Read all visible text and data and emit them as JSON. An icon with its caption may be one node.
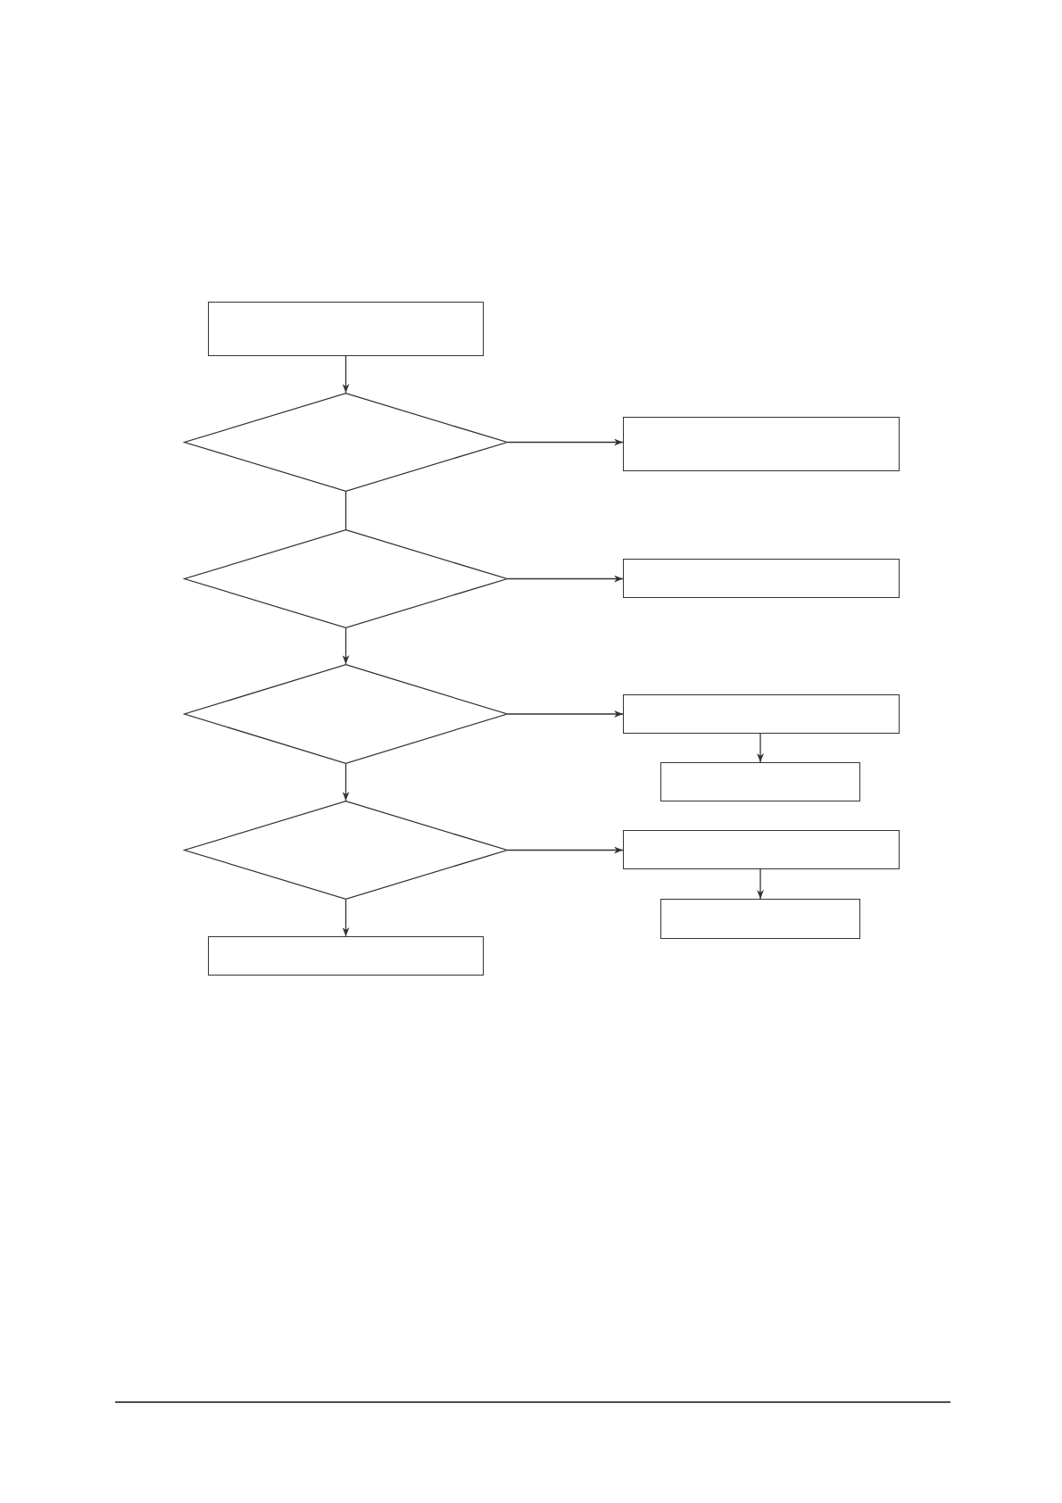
{
  "diagram": {
    "nodes": [
      {
        "text": [],
        "shape": "box"
      },
      {
        "text": [],
        "shape": "diamond"
      },
      {
        "text": [],
        "shape": "box"
      },
      {
        "text": [],
        "shape": "diamond"
      },
      {
        "text": [],
        "shape": "box"
      },
      {
        "text": [],
        "shape": "diamond"
      },
      {
        "text": [],
        "shape": "box"
      },
      {
        "text": [],
        "shape": "box"
      },
      {
        "text": [],
        "shape": "diamond"
      },
      {
        "text": [],
        "shape": "box"
      },
      {
        "text": [],
        "shape": "box"
      },
      {
        "text": [],
        "shape": "box"
      }
    ],
    "edges": [
      {
        "from": 0,
        "to": 1,
        "arrow": "to"
      },
      {
        "from": 1,
        "to": 2,
        "arrow": "to"
      },
      {
        "from": 1,
        "to": 3,
        "arrow": "none"
      },
      {
        "from": 3,
        "to": 4,
        "arrow": "to"
      },
      {
        "from": 3,
        "to": 5,
        "arrow": "to"
      },
      {
        "from": 5,
        "to": 6,
        "arrow": "to"
      },
      {
        "from": 6,
        "to": 7,
        "arrow": "to"
      },
      {
        "from": 5,
        "to": 8,
        "arrow": "to"
      },
      {
        "from": 8,
        "to": 9,
        "arrow": "to"
      },
      {
        "from": 9,
        "to": 10,
        "arrow": "to"
      },
      {
        "from": 8,
        "to": 11,
        "arrow": "to"
      }
    ]
  }
}
